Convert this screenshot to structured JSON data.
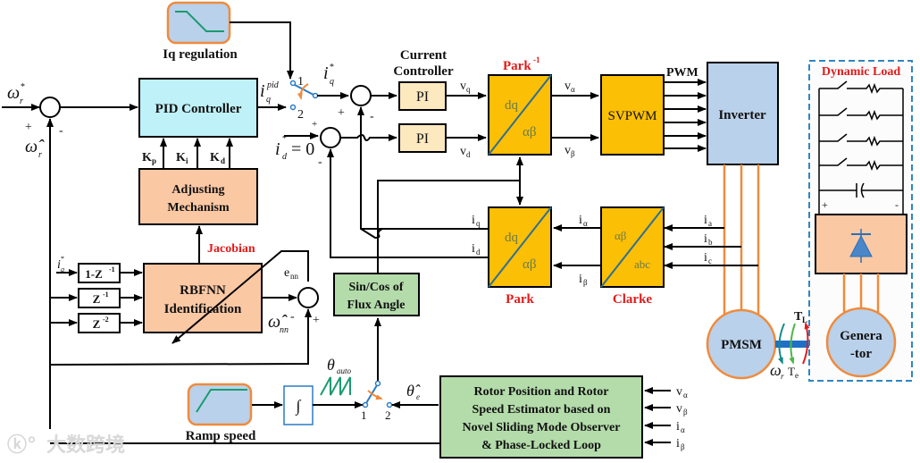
{
  "colors": {
    "pid_fill": "#bff1f8",
    "orange_fill": "#fbc8a4",
    "pi_fill": "#fde9c0",
    "park_fill": "#fbbf05",
    "blue_fill": "#b9d1ea",
    "green_fill": "#b4dcab",
    "accent_red": "#e21b1b",
    "accent_orange": "#f08a3c",
    "dash_blue": "#2e86c1"
  },
  "blocks": {
    "iq_regulation": "Iq regulation",
    "pid": "PID Controller",
    "adjusting_1": "Adjusting",
    "adjusting_2": "Mechanism",
    "rbfnn_1": "RBFNN",
    "rbfnn_2": "Identification",
    "delay_1": "1-Z",
    "delay_1_sup": "-1",
    "delay_2": "Z",
    "delay_2_sup": "-1",
    "delay_3": "Z",
    "delay_3_sup": "-2",
    "current_controller_1": "Current",
    "current_controller_2": "Controller",
    "pi_q": "PI",
    "pi_d": "PI",
    "park_inv_title": "Park",
    "park_inv_sup": "-1",
    "park_inv_top": "dq",
    "park_inv_bottom": "αβ",
    "svpwm": "SVPWM",
    "pwm": "PWM",
    "inverter": "Inverter",
    "park_title": "Park",
    "park_top": "dq",
    "park_bottom": "αβ",
    "clarke_title": "Clarke",
    "clarke_top": "αβ",
    "clarke_bottom": "abc",
    "sincos_1": "Sin/Cos of",
    "sincos_2": "Flux Angle",
    "ramp_speed": "Ramp speed",
    "integrator": "∫",
    "estimator_1": "Rotor  Position and Rotor",
    "estimator_2": "Speed Estimator based on",
    "estimator_3": "Novel Sliding Mode Observer",
    "estimator_4": "& Phase-Locked Loop",
    "pmsm": "PMSM",
    "generator_1": "Genera",
    "generator_2": "-tor",
    "dynamic_load": "Dynamic Load",
    "jacobian": "Jacobian"
  },
  "signals": {
    "omega_ref": "ω",
    "omega_ref_sub": "r",
    "omega_ref_sup": "*",
    "omega_hat": "ω̂",
    "omega_hat_sub": "r",
    "iq_pid": "i",
    "iq_pid_sub": "q",
    "iq_pid_sup": "pid",
    "iq_ref": "i",
    "iq_ref_sub": "q",
    "iq_ref_sup": "*",
    "id_ref": "i",
    "id_ref_sub": "d",
    "id_ref_eq": "= 0",
    "kp": "K",
    "kp_sub": "p",
    "ki": "K",
    "ki_sub": "i",
    "kd": "K",
    "kd_sub": "d",
    "vq": "v",
    "vq_sub": "q",
    "vd": "v",
    "vd_sub": "d",
    "valpha": "v",
    "valpha_sub": "α",
    "vbeta": "v",
    "vbeta_sub": "β",
    "iq": "i",
    "iq_sub": "q",
    "id": "i",
    "id_sub": "d",
    "ialpha": "i",
    "ialpha_sub": "α",
    "ibeta": "i",
    "ibeta_sub": "β",
    "ia": "i",
    "ia_sub": "a",
    "ib": "i",
    "ib_sub": "b",
    "ic": "i",
    "ic_sub": "c",
    "enn": "e",
    "enn_sub": "nn",
    "omega_nn": "ω̂",
    "omega_nn_sub": "nn",
    "theta_auto": "θ",
    "theta_auto_sub": "auto",
    "theta_hat": "θ̂",
    "theta_hat_sub": "e",
    "tl": "T",
    "tl_sub": "L",
    "te": "T",
    "te_sub": "e",
    "omega_r": "ω",
    "omega_r_sub": "r",
    "switch_1": "1",
    "switch_2": "2",
    "plus": "+",
    "minus": "-"
  },
  "watermark": "大数跨境"
}
